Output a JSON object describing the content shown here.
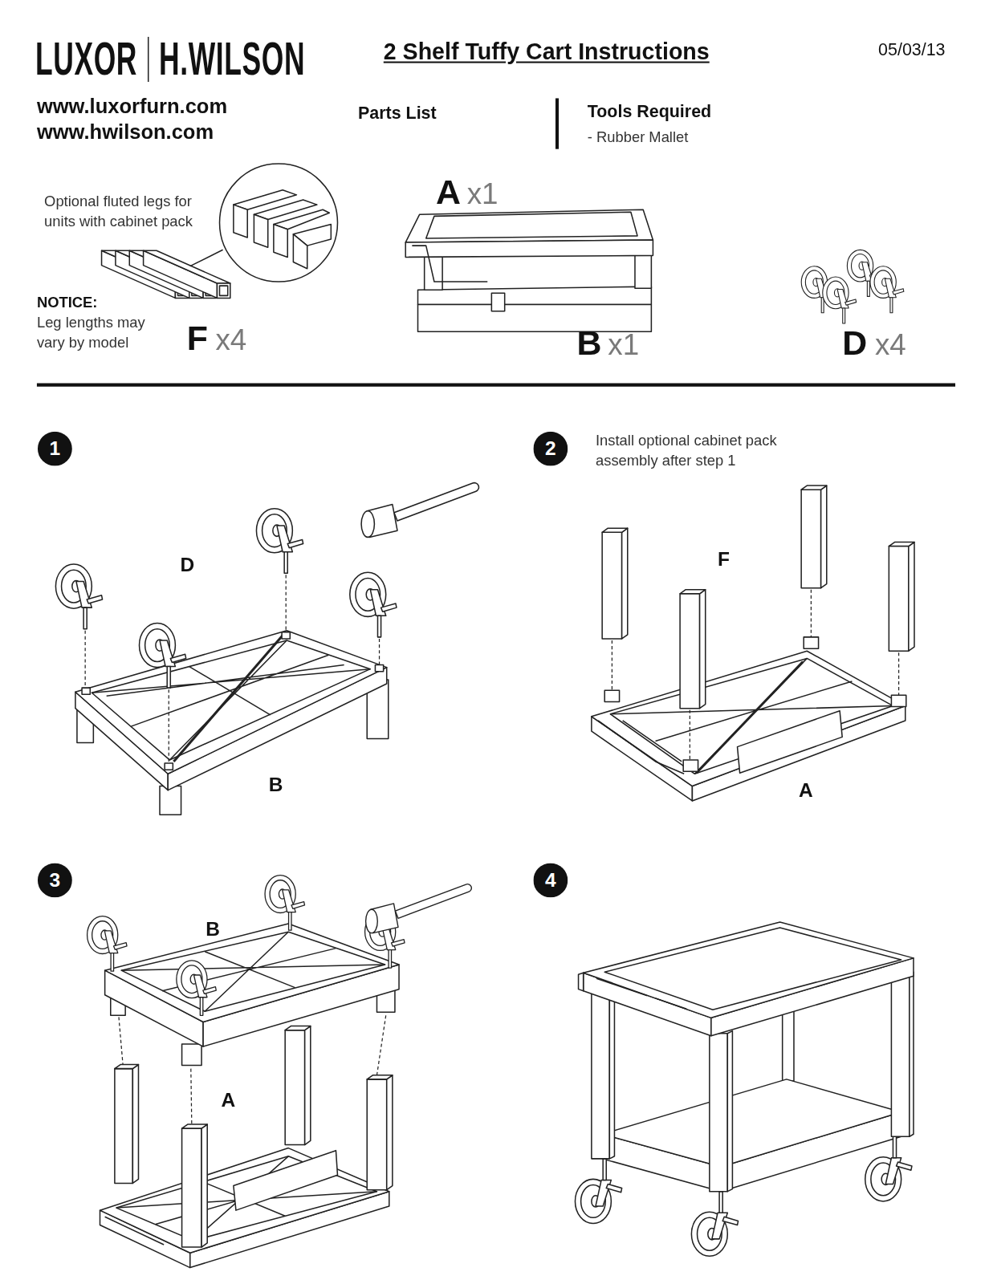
{
  "diagram": {
    "title": "2 Shelf Tuffy Cart Instructions",
    "nodes": [
      {
        "text": [
          "1"
        ]
      },
      {
        "text": [
          "2"
        ]
      },
      {
        "text": [
          "3"
        ]
      },
      {
        "text": [
          "4"
        ]
      }
    ],
    "labels": [
      "LUXOR",
      "H.WILSON",
      "05/03/13",
      "www.luxorfurn.com",
      "www.hwilson.com",
      "Parts List",
      "Tools Required",
      "- Rubber Mallet",
      "Optional fluted legs for units with cabinet pack",
      "NOTICE:",
      "Leg lengths may vary by model",
      "F",
      "x4",
      "A",
      "x1",
      "B",
      "x1",
      "D",
      "x4",
      "D",
      "B",
      "Install optional cabinet pack assembly after step 1",
      "F",
      "A",
      "B",
      "A"
    ]
  }
}
